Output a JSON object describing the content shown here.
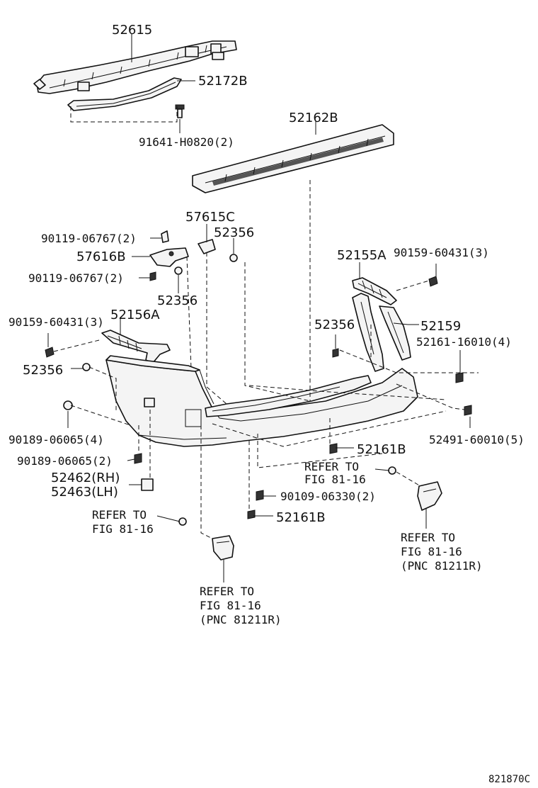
{
  "diagram_id": "821870C",
  "parts": {
    "p52615": "52615",
    "p52172B": "52172B",
    "p91641": "91641-H0820(2)",
    "p52162B": "52162B",
    "p57615C": "57615C",
    "p52356_top": "52356",
    "p90119_a": "90119-06767(2)",
    "p57616B": "57616B",
    "p90119_b": "90119-06767(2)",
    "p52356_mid": "52356",
    "p52155A": "52155A",
    "p90159_r": "90159-60431(3)",
    "p90159_l": "90159-60431(3)",
    "p52156A": "52156A",
    "p52356_c": "52356",
    "p52159": "52159",
    "p52161_16010": "52161-16010(4)",
    "p52356_l": "52356",
    "p90189_a": "90189-06065(4)",
    "p52491": "52491-60010(5)",
    "p90189_b": "90189-06065(2)",
    "p52161B_a": "52161B",
    "p52462": "52462(RH)",
    "p52463": "52463(LH)",
    "p90109": "90109-06330(2)",
    "p52161B_b": "52161B"
  },
  "refs": {
    "ref_mid": {
      "line1": "REFER TO",
      "line2": "FIG 81-16"
    },
    "ref_left": {
      "line1": "REFER TO",
      "line2": "FIG 81-16"
    },
    "ref_bottom_left": {
      "line1": "REFER TO",
      "line2": "FIG 81-16",
      "line3": "(PNC 81211R)"
    },
    "ref_right": {
      "line1": "REFER TO",
      "line2": "FIG 81-16",
      "line3": "(PNC 81211R)"
    }
  }
}
